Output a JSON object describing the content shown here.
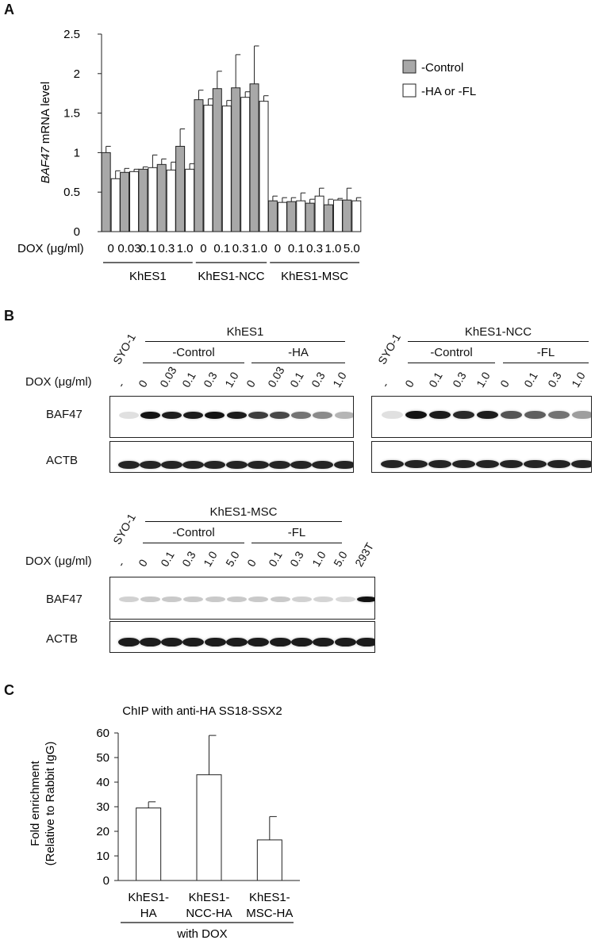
{
  "panels": {
    "A": {
      "letter": "A",
      "chart_data": {
        "type": "bar",
        "ylabel_gene": "BAF47",
        "ylabel_suffix": " mRNA level",
        "ylim": [
          0,
          2.5
        ],
        "yticks": [
          "0",
          "0.5",
          "1",
          "1.5",
          "2",
          "2.5"
        ],
        "ytick_values": [
          0,
          0.5,
          1,
          1.5,
          2,
          2.5
        ],
        "x_row_label": "DOX (μg/ml)",
        "categories": [
          "0",
          "0.03",
          "0.1",
          "0.3",
          "1.0",
          "0",
          "0.1",
          "0.3",
          "1.0",
          "0",
          "0.1",
          "0.3",
          "1.0",
          "5.0"
        ],
        "groups": [
          {
            "name": "KhES1",
            "start": 0,
            "end": 4
          },
          {
            "name": "KhES1-NCC",
            "start": 5,
            "end": 8
          },
          {
            "name": "KhES1-MSC",
            "start": 9,
            "end": 13
          }
        ],
        "series": [
          {
            "name": "-Control",
            "color": "#a8a8a8",
            "values": [
              1.0,
              0.75,
              0.79,
              0.85,
              1.08,
              1.67,
              1.81,
              1.82,
              1.87,
              0.39,
              0.38,
              0.36,
              0.34,
              0.4
            ],
            "errors": [
              0.08,
              0.05,
              0.03,
              0.07,
              0.22,
              0.12,
              0.22,
              0.42,
              0.48,
              0.06,
              0.05,
              0.05,
              0.07,
              0.15
            ]
          },
          {
            "name": "-HA or -FL",
            "color": "#ffffff",
            "values": [
              0.67,
              0.76,
              0.81,
              0.78,
              0.79,
              1.6,
              1.59,
              1.7,
              1.65,
              0.37,
              0.39,
              0.45,
              0.4,
              0.39
            ],
            "errors": [
              0.1,
              0.03,
              0.16,
              0.1,
              0.07,
              0.08,
              0.07,
              0.07,
              0.07,
              0.06,
              0.1,
              0.1,
              0.02,
              0.04
            ]
          }
        ],
        "legend": "top-right"
      }
    },
    "B": {
      "letter": "B",
      "blot1": {
        "title": "KhES1",
        "sub1": "-Control",
        "sub2": "-HA",
        "syo": "SYO-1",
        "dox_label": "DOX (μg/ml)",
        "lanes": [
          "-",
          "0",
          "0.03",
          "0.1",
          "0.3",
          "1.0",
          "0",
          "0.03",
          "0.1",
          "0.3",
          "1.0"
        ],
        "row1": "BAF47",
        "row2": "ACTB",
        "baf47_intensity": [
          0.05,
          1.0,
          0.95,
          0.95,
          1.0,
          0.95,
          0.8,
          0.75,
          0.55,
          0.45,
          0.25
        ]
      },
      "blot2": {
        "title": "KhES1-NCC",
        "sub1": "-Control",
        "sub2": "-FL",
        "syo": "SYO-1",
        "lanes": [
          "-",
          "0",
          "0.1",
          "0.3",
          "1.0",
          "0",
          "0.1",
          "0.3",
          "1.0"
        ],
        "baf47_intensity": [
          0.05,
          1.0,
          0.95,
          0.9,
          0.95,
          0.7,
          0.65,
          0.55,
          0.35
        ]
      },
      "blot3": {
        "title": "KhES1-MSC",
        "sub1": "-Control",
        "sub2": "-FL",
        "syo": "SYO-1",
        "dox_label": "DOX (μg/ml)",
        "lanes": [
          "-",
          "0",
          "0.1",
          "0.3",
          "1.0",
          "5.0",
          "0",
          "0.1",
          "0.3",
          "1.0",
          "5.0"
        ],
        "extra_lane": "293T",
        "row1": "BAF47",
        "row2": "ACTB",
        "baf47_intensity": [
          0.12,
          0.15,
          0.15,
          0.15,
          0.15,
          0.15,
          0.15,
          0.15,
          0.12,
          0.1,
          0.08,
          1.0
        ]
      }
    },
    "C": {
      "letter": "C",
      "chart_data": {
        "type": "bar",
        "title": "ChIP with anti-HA SS18-SSX2",
        "ylabel_line1": "Fold enrichment",
        "ylabel_line2": "(Relative to Rabbit IgG)",
        "ylim": [
          0,
          60
        ],
        "yticks": [
          "0",
          "10",
          "20",
          "30",
          "40",
          "50",
          "60"
        ],
        "ytick_values": [
          0,
          10,
          20,
          30,
          40,
          50,
          60
        ],
        "categories": [
          [
            "KhES1-",
            "HA"
          ],
          [
            "KhES1-",
            "NCC-HA"
          ],
          [
            "KhES1-",
            "MSC-HA"
          ]
        ],
        "values": [
          29.5,
          43,
          16.5
        ],
        "errors": [
          2.5,
          16,
          9.5
        ],
        "group_label": "with DOX"
      }
    }
  }
}
